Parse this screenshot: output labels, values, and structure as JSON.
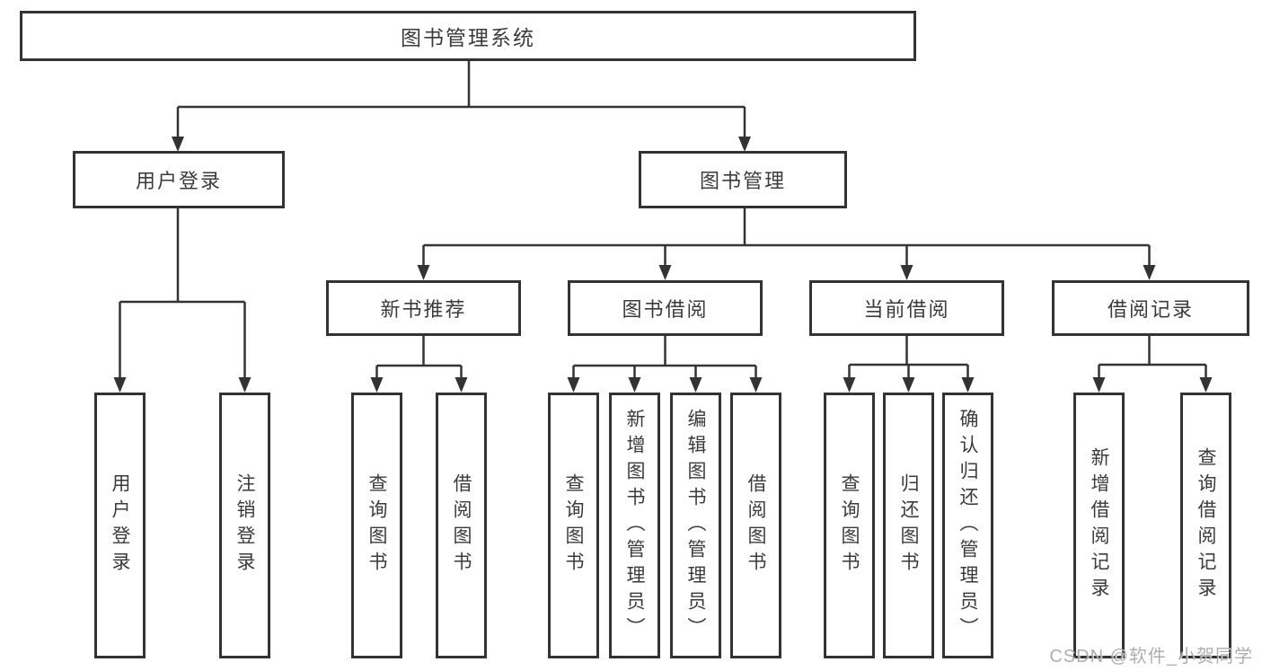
{
  "diagram": {
    "title": "图书管理系统",
    "kind": "functional-structure-tree"
  },
  "colors": {
    "line": "#333333",
    "box_border": "#333333",
    "box_background": "#ffffff",
    "text": "#3b3b3b",
    "watermark": "#a0a0a0"
  },
  "nodes": {
    "root": {
      "label": "图书管理系统"
    },
    "level2": [
      {
        "label": "用户登录",
        "parent": "图书管理系统"
      },
      {
        "label": "图书管理",
        "parent": "图书管理系统"
      }
    ],
    "level3": [
      {
        "label": "新书推荐",
        "parent": "图书管理"
      },
      {
        "label": "图书借阅",
        "parent": "图书管理"
      },
      {
        "label": "当前借阅",
        "parent": "图书管理"
      },
      {
        "label": "借阅记录",
        "parent": "图书管理"
      }
    ],
    "leaves": [
      {
        "label": "用户登录",
        "parent": "用户登录"
      },
      {
        "label": "注销登录",
        "parent": "用户登录"
      },
      {
        "label": "查询图书",
        "parent": "新书推荐"
      },
      {
        "label": "借阅图书",
        "parent": "新书推荐"
      },
      {
        "label": "查询图书",
        "parent": "图书借阅"
      },
      {
        "label": "新增图书（管理员）",
        "parent": "图书借阅"
      },
      {
        "label": "编辑图书（管理员）",
        "parent": "图书借阅"
      },
      {
        "label": "借阅图书",
        "parent": "图书借阅"
      },
      {
        "label": "查询图书",
        "parent": "当前借阅"
      },
      {
        "label": "归还图书",
        "parent": "当前借阅"
      },
      {
        "label": "确认归还（管理员）",
        "parent": "当前借阅"
      },
      {
        "label": "新增借阅记录",
        "parent": "借阅记录"
      },
      {
        "label": "查询借阅记录",
        "parent": "借阅记录"
      }
    ]
  },
  "watermark": {
    "text": "CSDN @软件_小贺同学"
  }
}
